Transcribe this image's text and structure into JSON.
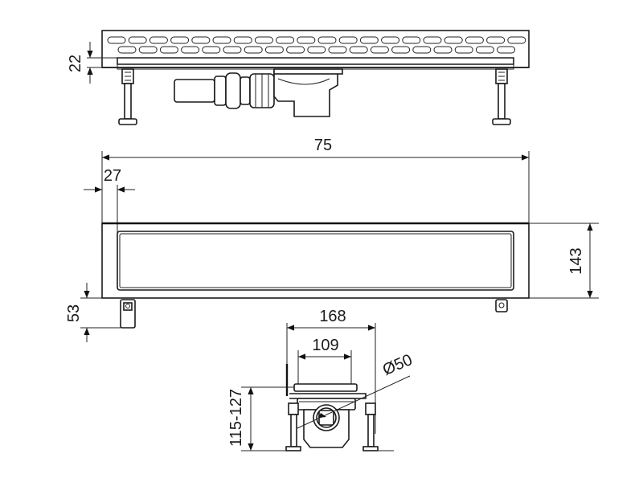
{
  "colors": {
    "line": "#1a1a1a",
    "background": "#ffffff"
  },
  "dimensions": {
    "grate_height": "22",
    "total_length": "75",
    "end_offset": "27",
    "channel_width": "143",
    "foot_height": "53",
    "trap_width": "168",
    "trap_inner_width": "109",
    "outlet_diameter": "Ø50",
    "height_range": "115-127"
  }
}
